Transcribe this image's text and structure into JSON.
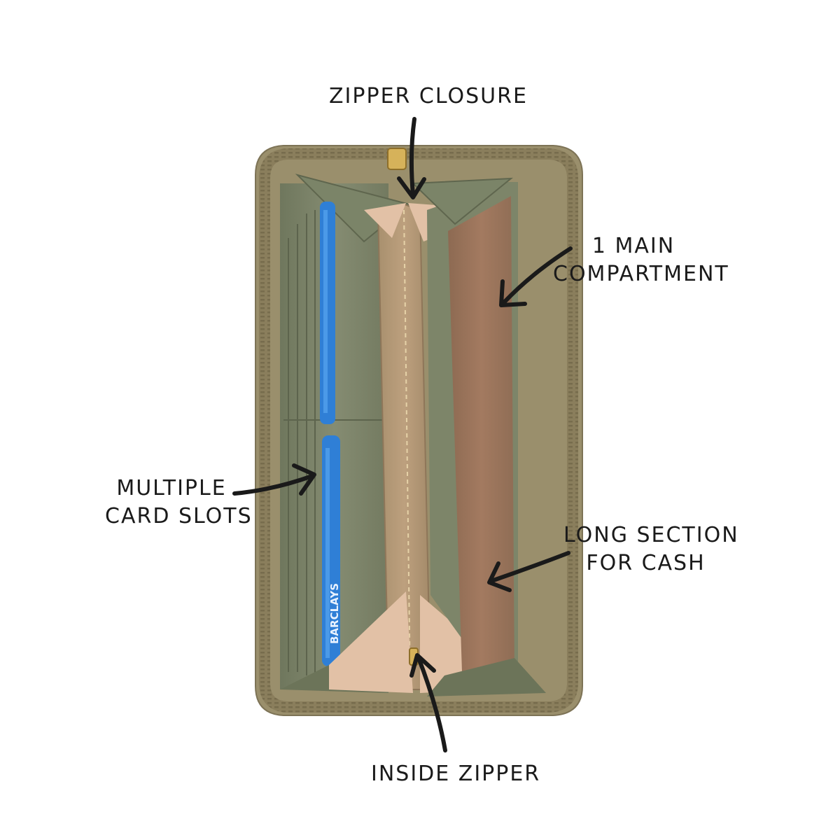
{
  "labels": {
    "zipper_closure": "ZIPPER CLOSURE",
    "main_compartment": [
      "1 MAIN",
      "COMPARTMENT"
    ],
    "card_slots": [
      "MULTIPLE",
      "CARD SLOTS"
    ],
    "long_section": [
      "LONG SECTION",
      "FOR CASH"
    ],
    "inside_zipper": "INSIDE ZIPPER"
  },
  "cards": {
    "bank_name": "BARCLAYS"
  },
  "colors": {
    "background": "#ffffff",
    "wallet_outer": "#9a8f6c",
    "zipper_tape": "#8a7e5c",
    "lining_green": "#7d8569",
    "card_slot_green": "#8b927a",
    "center_divider": "#b49a76",
    "cash_section": "#9a7258",
    "inner_tan": "#e2c1a6",
    "card_blue": "#2f7fd6",
    "arrow": "#1a1a1a",
    "zipper_pull": "#d6b25a"
  }
}
